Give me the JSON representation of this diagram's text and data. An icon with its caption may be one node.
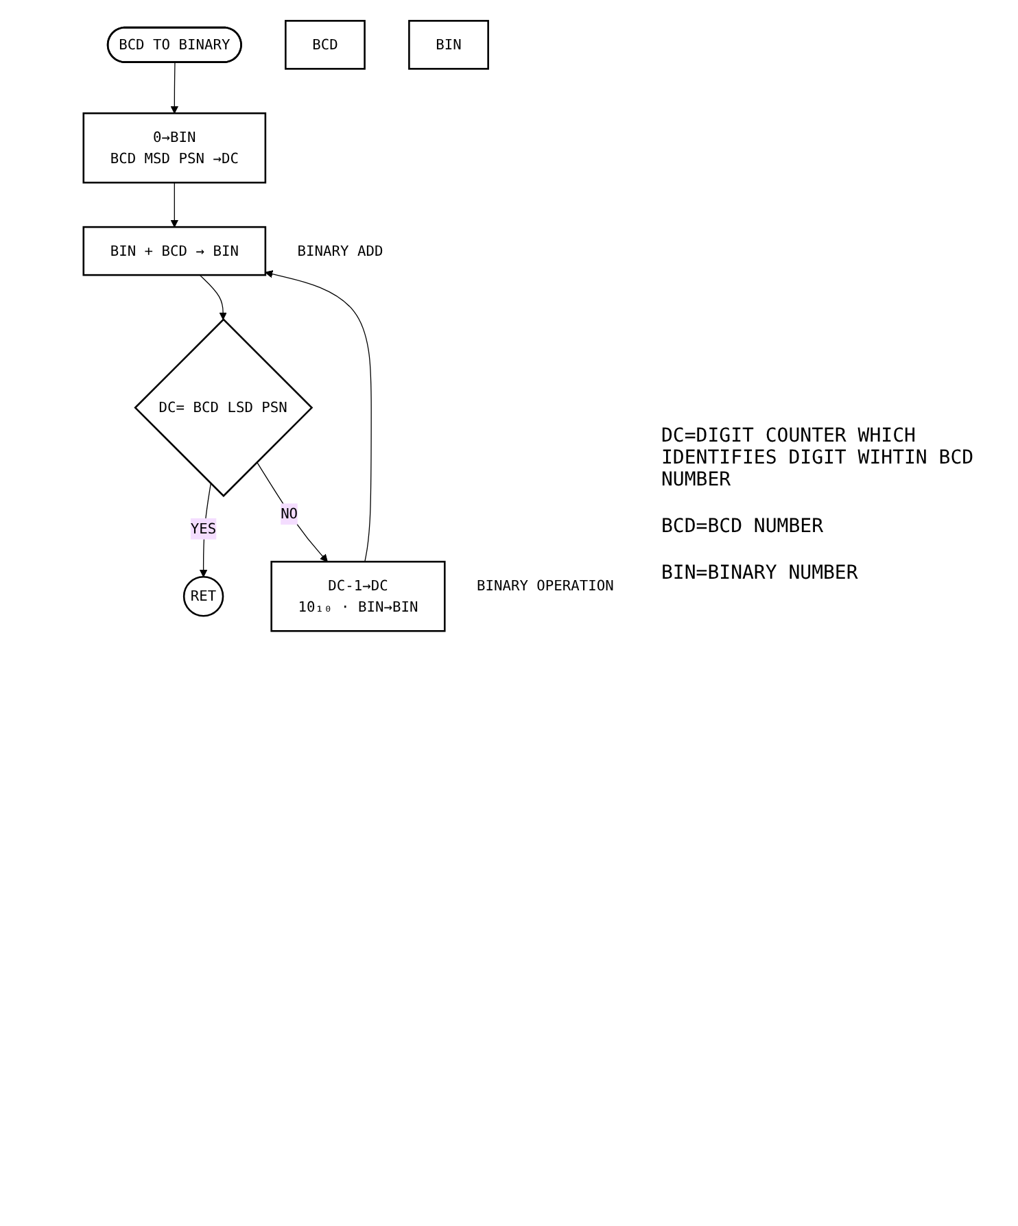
{
  "diagram": {
    "nodes": [
      {
        "text": [
          "BCD TO BINARY"
        ]
      },
      {
        "text": [
          "0→BIN",
          "BCD MSD PSN →DC"
        ]
      },
      {
        "text": [
          "BIN + BCD → BIN"
        ],
        "beside": [
          "BINARY ADD"
        ]
      },
      {
        "text": [
          "DC= BCD LSD PSN"
        ]
      },
      {
        "text": [
          "RET"
        ]
      },
      {
        "text": [
          "DC-1→DC",
          "10₁₀ · BIN→BIN"
        ],
        "beside": [
          "BINARY OPERATION"
        ]
      },
      {
        "text": [
          "BCD"
        ]
      },
      {
        "text": [
          "BIN"
        ]
      }
    ],
    "edges": [
      {
        "from": 0,
        "to": 1,
        "arrow": "to"
      },
      {
        "from": 1,
        "to": 2,
        "arrow": "to"
      },
      {
        "from": 2,
        "to": 3,
        "arrow": "to"
      },
      {
        "from": 3,
        "to": 4,
        "label": "YES",
        "arrow": "to"
      },
      {
        "from": 3,
        "to": 5,
        "label": "NO",
        "arrow": "to"
      },
      {
        "from": 5,
        "to": 2,
        "arrow": "to"
      }
    ],
    "labels": [
      "DC=DIGIT COUNTER WHICH IDENTIFIES DIGIT WIHTIN BCD NUMBER",
      "BCD=BCD NUMBER",
      "BIN=BINARY NUMBER"
    ]
  }
}
